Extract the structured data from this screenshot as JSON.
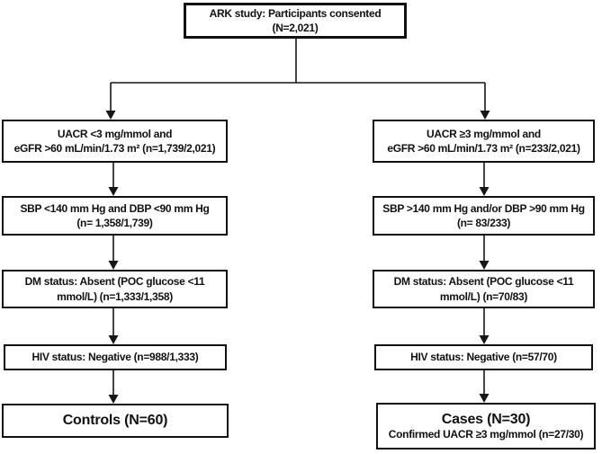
{
  "flow": {
    "top": {
      "text": "ARK study: Participants consented\n(N=2,021)"
    },
    "left": {
      "steps": [
        {
          "text": "UACR <3 mg/mmol and\neGFR >60 mL/min/1.73 m² (n=1,739/2,021)"
        },
        {
          "text": "SBP <140 mm Hg and DBP <90 mm Hg\n(n= 1,358/1,739)"
        },
        {
          "text": "DM status: Absent (POC glucose <11\nmmol/L) (n=1,333/1,358)"
        },
        {
          "text": "HIV status: Negative (n=988/1,333)"
        }
      ],
      "outcome": {
        "title": "Controls (N=60)"
      }
    },
    "right": {
      "steps": [
        {
          "text": "UACR ≥3 mg/mmol and\neGFR >60 mL/min/1.73 m² (n=233/2,021)"
        },
        {
          "text": "SBP >140 mm Hg and/or DBP >90 mm Hg\n(n= 83/233)"
        },
        {
          "text": "DM status: Absent (POC glucose <11\nmmol/L) (n=70/83)"
        },
        {
          "text": "HIV status: Negative (n=57/70)"
        }
      ],
      "outcome": {
        "title": "Cases (N=30)",
        "subtitle": "Confirmed UACR ≥3 mg/mmol (n=27/30)"
      }
    },
    "colors": {
      "line": "#161616",
      "border": "#111111",
      "background": "#ffffff"
    }
  }
}
